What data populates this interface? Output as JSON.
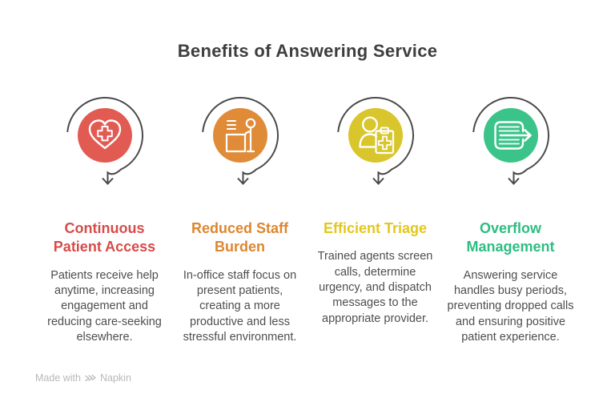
{
  "title": "Benefits of Answering Service",
  "watermark": {
    "made_with": "Made with",
    "brand": "Napkin",
    "logo_icon": "napkin-logo-icon",
    "color": "#b8b8b8"
  },
  "arrow_color": "#4a4a4a",
  "columns": [
    {
      "icon": "heart-medical-cross-icon",
      "circle_color": "#e25b53",
      "heading_color": "#d64c4a",
      "heading": "Continuous Patient Access",
      "body": "Patients receive help anytime, increasing engagement and reducing care-seeking elsewhere."
    },
    {
      "icon": "staff-reception-desk-icon",
      "circle_color": "#e08b37",
      "heading_color": "#dd862f",
      "heading": "Reduced Staff Burden",
      "body": "In-office staff focus on present patients, creating a more productive and less stressful environment."
    },
    {
      "icon": "triage-clipboard-icon",
      "circle_color": "#d8c62c",
      "heading_color": "#e3c71d",
      "heading": "Efficient Triage",
      "body": "Trained agents screen calls, determine urgency, and dispatch messages to the appropriate provider."
    },
    {
      "icon": "overflow-exit-arrow-icon",
      "circle_color": "#3bc489",
      "heading_color": "#2ebd82",
      "heading": "Overflow Management",
      "body": "Answering service handles busy periods, preventing dropped calls and ensuring positive patient experience."
    }
  ]
}
